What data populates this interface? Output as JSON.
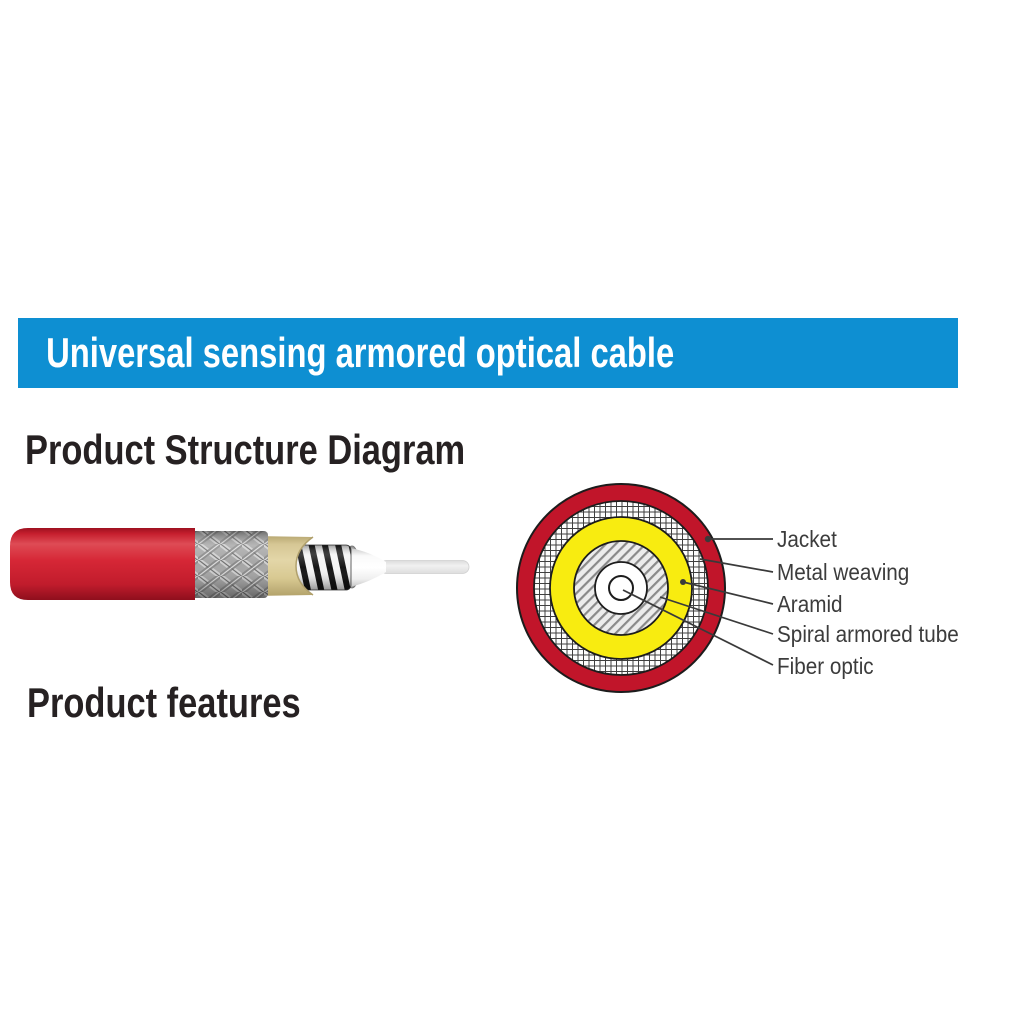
{
  "banner": {
    "title": "Universal sensing armored optical cable",
    "background_color": "#0E8FD2",
    "text_color": "#FFFFFF"
  },
  "headings": {
    "structure": "Product Structure Diagram",
    "features": "Product features"
  },
  "cross_section": {
    "labels": [
      {
        "text": "Jacket"
      },
      {
        "text": "Metal weaving"
      },
      {
        "text": "Aramid"
      },
      {
        "text": "Spiral armored tube"
      },
      {
        "text": "Fiber optic"
      }
    ],
    "colors": {
      "jacket_red": "#C1152A",
      "aramid_yellow": "#F8EC10",
      "ring_outline": "#1C1C1C",
      "leader_line": "#3A3A3A",
      "hatch_line": "#8A8A8A",
      "grid_line": "#3F3F3F"
    }
  },
  "cable_3d": {
    "colors": {
      "jacket_red": "#D02030",
      "metal_weaving_gray": "#A6A6A6",
      "aramid_tan": "#D9CA94",
      "spiral_dark": "#141414",
      "buffer_white": "#FFFFFF",
      "fiber_gray": "#E9E9E9"
    }
  }
}
